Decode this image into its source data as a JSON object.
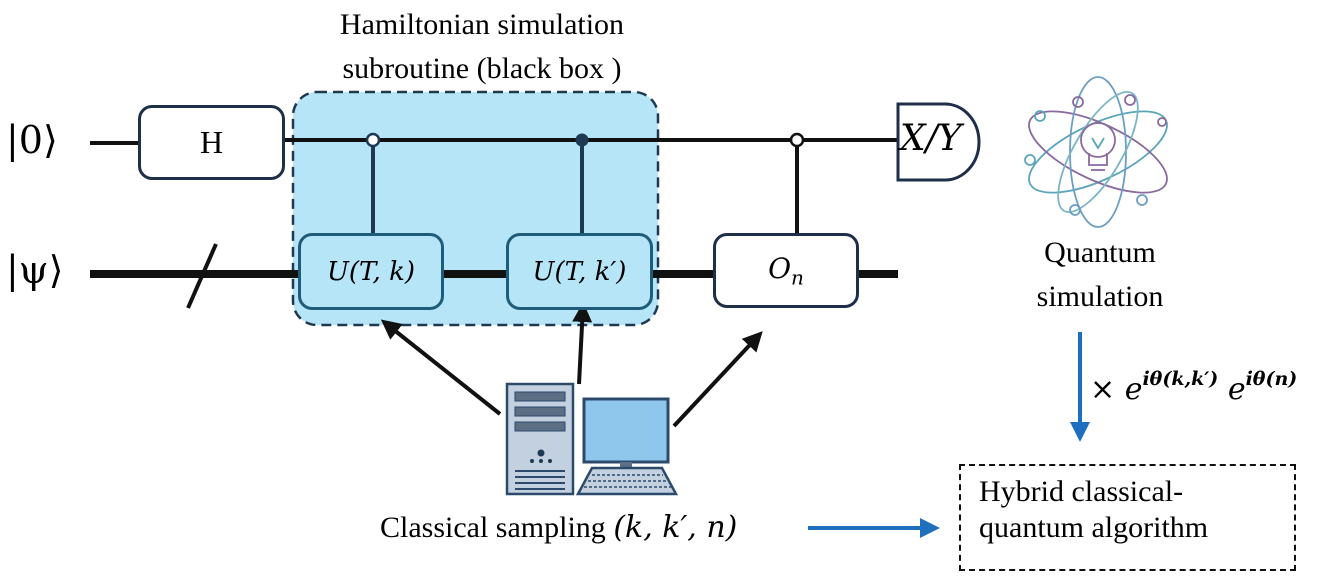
{
  "title": {
    "line1": "Hamiltonian simulation",
    "line2": "subroutine (black box )"
  },
  "registers": {
    "ancilla": "|0⟩",
    "system": "|ψ⟩"
  },
  "gates": {
    "hadamard": "H",
    "u1": "U(T, k)",
    "u2": "U(T, k′)",
    "observable_base": "O",
    "observable_sub": "n",
    "measurement": "X/Y"
  },
  "quantum_label": {
    "line1": "Quantum",
    "line2": "simulation"
  },
  "phase_factor": {
    "times": "×",
    "e1": "e",
    "exp1": "iθ(k,k′)",
    "e2": "e",
    "exp2": "iθ(n)"
  },
  "sampling_label": {
    "text": "Classical sampling ",
    "math": "(k, k′, n)"
  },
  "result_box": {
    "line1": "Hybrid classical-",
    "line2": "quantum algorithm"
  },
  "colors": {
    "wire": "#111111",
    "black_box_fill": "#b6e5f8",
    "black_box_border": "#1e3a52",
    "gate_border": "#1e2f4a",
    "u_gate_border": "#1f5c7a",
    "blue_arrow": "#1f6fbf",
    "atom_teal": "#5aa6b8",
    "atom_purple": "#8a6a9e"
  },
  "icons": [
    "computer-tower-icon",
    "monitor-icon",
    "keyboard-icon",
    "atom-bulb-icon"
  ]
}
